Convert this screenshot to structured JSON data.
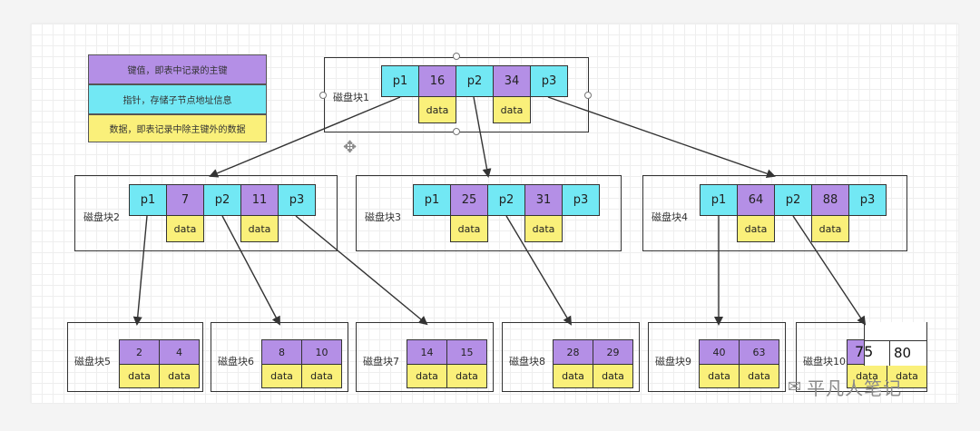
{
  "colors": {
    "key": "#b48fe6",
    "pointer": "#72e8f4",
    "data": "#faf07a",
    "border": "#333333"
  },
  "legend": {
    "key": "键值，即表中记录的主键",
    "pointer": "指针，存储子节点地址信息",
    "data": "数据，即表记录中除主键外的数据"
  },
  "root": {
    "label": "磁盘块1",
    "cells": [
      "p1",
      "16",
      "p2",
      "34",
      "p3"
    ],
    "data": "data"
  },
  "level2": [
    {
      "label": "磁盘块2",
      "cells": [
        "p1",
        "7",
        "p2",
        "11",
        "p3"
      ],
      "data": "data"
    },
    {
      "label": "磁盘块3",
      "cells": [
        "p1",
        "25",
        "p2",
        "31",
        "p3"
      ],
      "data": "data"
    },
    {
      "label": "磁盘块4",
      "cells": [
        "p1",
        "64",
        "p2",
        "88",
        "p3"
      ],
      "data": "data"
    }
  ],
  "leaves": [
    {
      "label": "磁盘块5",
      "keys": [
        "2",
        "4"
      ],
      "data": "data"
    },
    {
      "label": "磁盘块6",
      "keys": [
        "8",
        "10"
      ],
      "data": "data"
    },
    {
      "label": "磁盘块7",
      "keys": [
        "14",
        "15"
      ],
      "data": "data"
    },
    {
      "label": "磁盘块8",
      "keys": [
        "28",
        "29"
      ],
      "data": "data"
    },
    {
      "label": "磁盘块9",
      "keys": [
        "40",
        "63"
      ],
      "data": "data"
    },
    {
      "label": "磁盘块10",
      "keys": [
        "75",
        "80"
      ],
      "data": "data"
    }
  ],
  "watermark": "平凡人笔记"
}
